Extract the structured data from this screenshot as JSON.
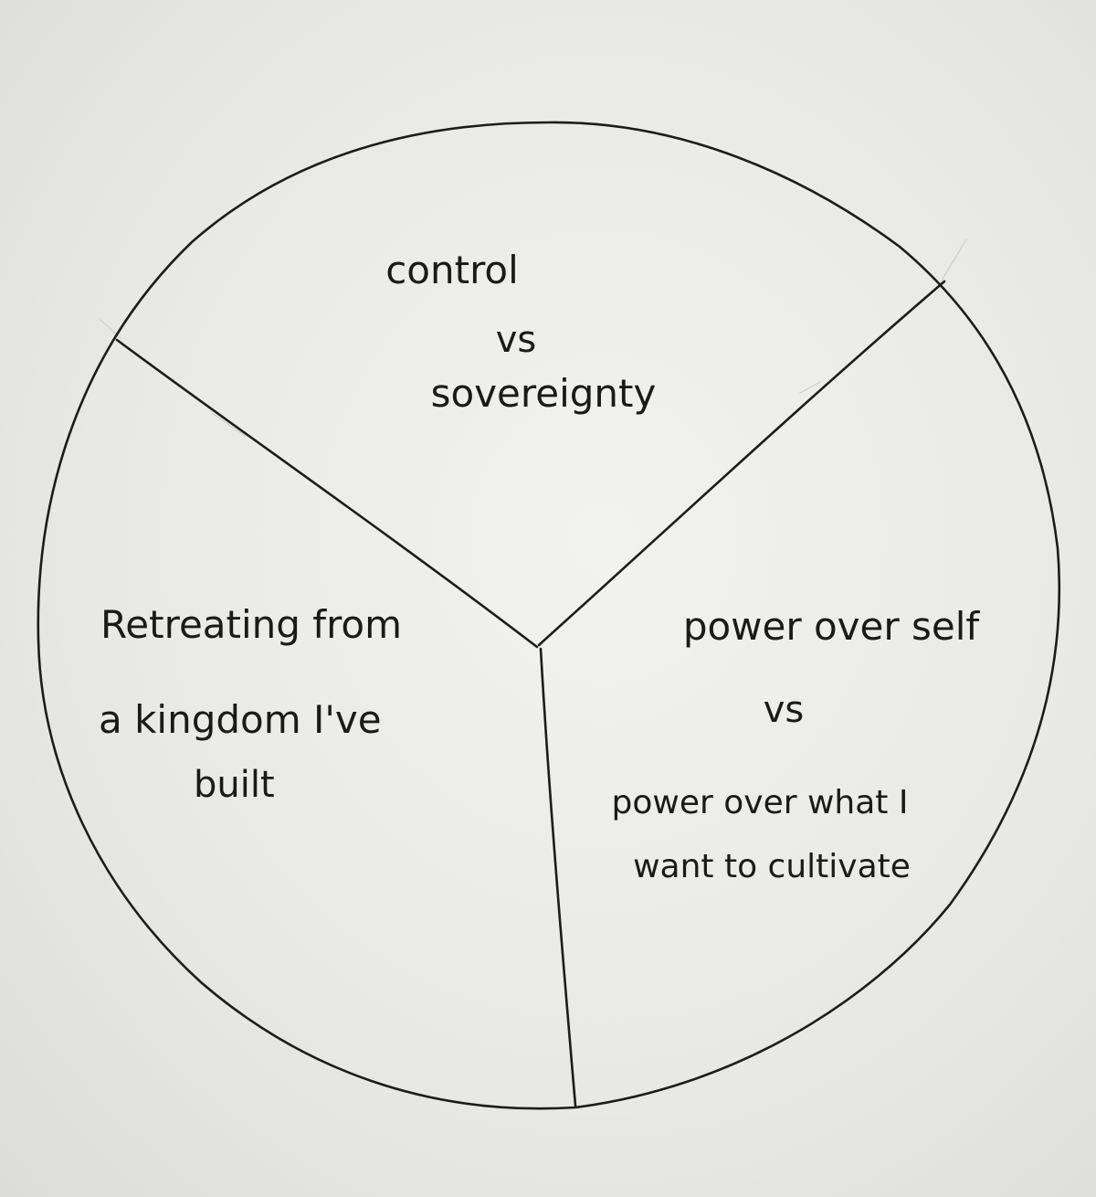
{
  "diagram": {
    "sections": [
      {
        "id": "top",
        "lines": [
          "control",
          "vs",
          "sovereignty"
        ]
      },
      {
        "id": "left",
        "lines": [
          "Retreating from",
          "a kingdom I've",
          "built"
        ]
      },
      {
        "id": "right",
        "lines": [
          "power over self",
          "vs",
          "power over what I",
          "want to cultivate"
        ]
      }
    ]
  },
  "colors": {
    "paper": "#ececea",
    "ink": "#1c1c1c"
  }
}
